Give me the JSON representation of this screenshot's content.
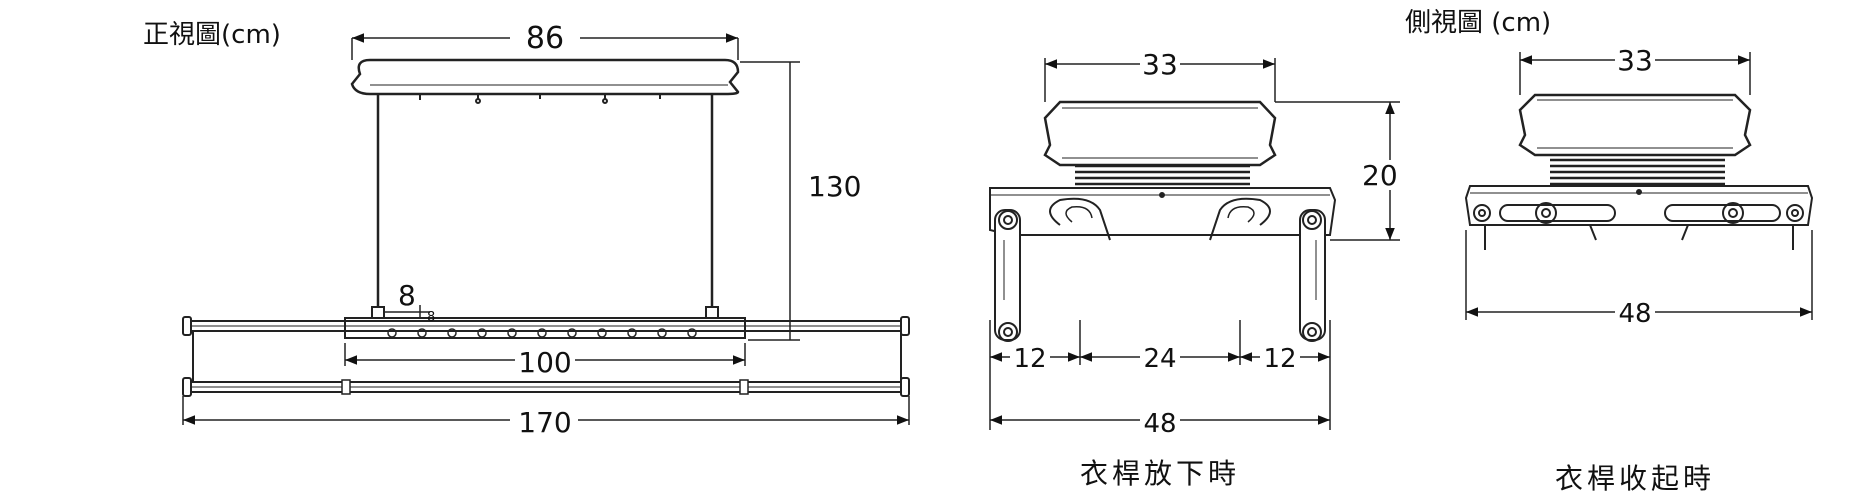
{
  "views": {
    "front": {
      "title": "正視圖(cm)",
      "dims": {
        "top_width": "86",
        "height": "130",
        "small_a": "8",
        "small_b": "8",
        "inner_width": "100",
        "total_width": "170"
      }
    },
    "side_down": {
      "top_width": "33",
      "height": "20",
      "seg_left": "12",
      "seg_mid": "24",
      "seg_right": "12",
      "total": "48",
      "caption": "衣桿放下時"
    },
    "side_up": {
      "title": "側視圖 (cm)",
      "top_width": "33",
      "total": "48",
      "caption": "衣桿收起時"
    }
  }
}
